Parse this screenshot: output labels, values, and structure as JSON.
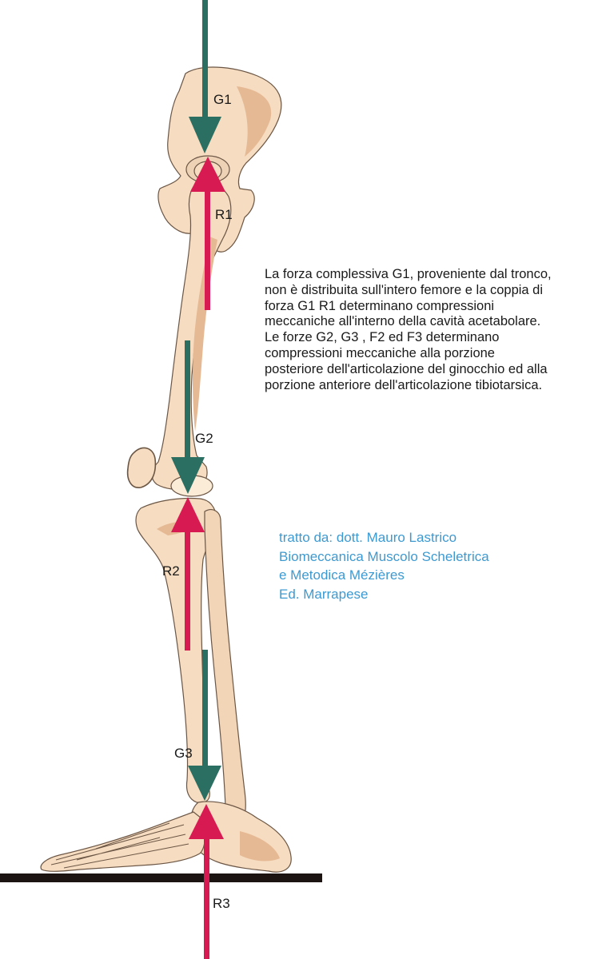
{
  "labels": {
    "g1": "G1",
    "r1": "R1",
    "g2": "G2",
    "r2": "R2",
    "g3": "G3",
    "r3": "R3"
  },
  "description": {
    "paragraph1": "La forza complessiva G1, proveniente dal tronco, non è distribuita sull'intero femore e la coppia di forza G1 R1 determinano compressioni meccaniche all'interno della cavità acetabolare.",
    "paragraph2": "Le forze G2, G3 , F2 ed F3 determinano compressioni meccaniche alla porzione posteriore dell'articolazione del ginocchio ed alla porzione anteriore dell'articolazione tibiotarsica."
  },
  "credit": {
    "line1": "tratto da: dott. Mauro Lastrico",
    "line2": "Biomeccanica Muscolo Scheletrica",
    "line3": "e Metodica Mézières",
    "line4": "Ed. Marrapese"
  },
  "colors": {
    "bone_fill": "#f6dcc0",
    "bone_shadow": "#e6b995",
    "bone_outline": "#6b5645",
    "gravity_arrow": "#2b6f62",
    "reaction_arrow": "#d81a52",
    "ground": "#1c1412",
    "text": "#1a1a1a",
    "credit_text": "#3d9ad1"
  }
}
